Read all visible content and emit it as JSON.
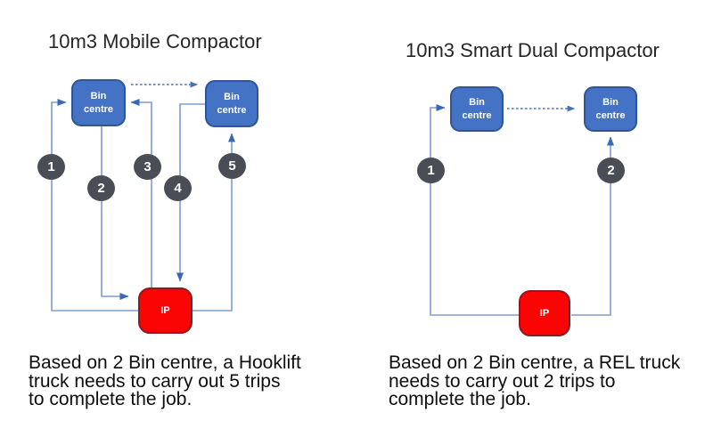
{
  "colors": {
    "box_blue": "#4472C4",
    "box_border": "#2F5597",
    "ip_red": "#FA0404",
    "ip_border": "#8C1A1F",
    "line": "#7F9BD1",
    "arrow": "#3A68B8",
    "dash": "#4A71BA",
    "circle": "#4A4D55",
    "ink": "#1E1E1E"
  },
  "shared": {
    "bin_label": {
      "line1": "Bin",
      "line2": "centre"
    },
    "ip_label": "IP"
  },
  "left": {
    "title": "10m3 Mobile Compactor",
    "steps": [
      "1",
      "2",
      "3",
      "4",
      "5"
    ],
    "caption_lines": [
      "Based on 2 Bin centre, a Hooklift",
      "truck needs to carry out 5 trips",
      "to complete the job."
    ]
  },
  "right": {
    "title": "10m3 Smart Dual Compactor",
    "steps": [
      "1",
      "2"
    ],
    "caption_lines": [
      "Based on 2 Bin centre, a REL truck",
      "needs to carry out 2 trips to",
      "complete the job."
    ]
  }
}
